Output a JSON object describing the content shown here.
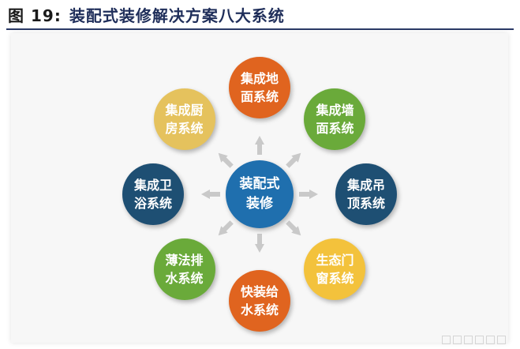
{
  "figure": {
    "label": "图",
    "number": "19:",
    "title": "装配式装修解决方案八大系统"
  },
  "colors": {
    "orange": "#e0641f",
    "green": "#6aaa3a",
    "navy": "#1e4f73",
    "gold": "#f3c23c",
    "yellow": "#e5c25d",
    "blue": "#1f6fae",
    "arrow": "#c9c9c9",
    "rule": "#2b3a67"
  },
  "center": {
    "label": "装配式\n装修",
    "color": "#1f6fae"
  },
  "nodes": [
    {
      "id": "top",
      "label": "集成地\n面系统",
      "color": "#e0641f"
    },
    {
      "id": "top-right",
      "label": "集成墙\n面系统",
      "color": "#6aaa3a"
    },
    {
      "id": "right",
      "label": "集成吊\n顶系统",
      "color": "#1e4f73"
    },
    {
      "id": "bottom-right",
      "label": "生态门\n窗系统",
      "color": "#f3c23c"
    },
    {
      "id": "bottom",
      "label": "快装给\n水系统",
      "color": "#e0641f"
    },
    {
      "id": "bottom-left",
      "label": "薄法排\n水系统",
      "color": "#6aaa3a"
    },
    {
      "id": "left",
      "label": "集成卫\n浴系统",
      "color": "#1e4f73"
    },
    {
      "id": "top-left",
      "label": "集成厨\n房系统",
      "color": "#e5c25d"
    }
  ]
}
